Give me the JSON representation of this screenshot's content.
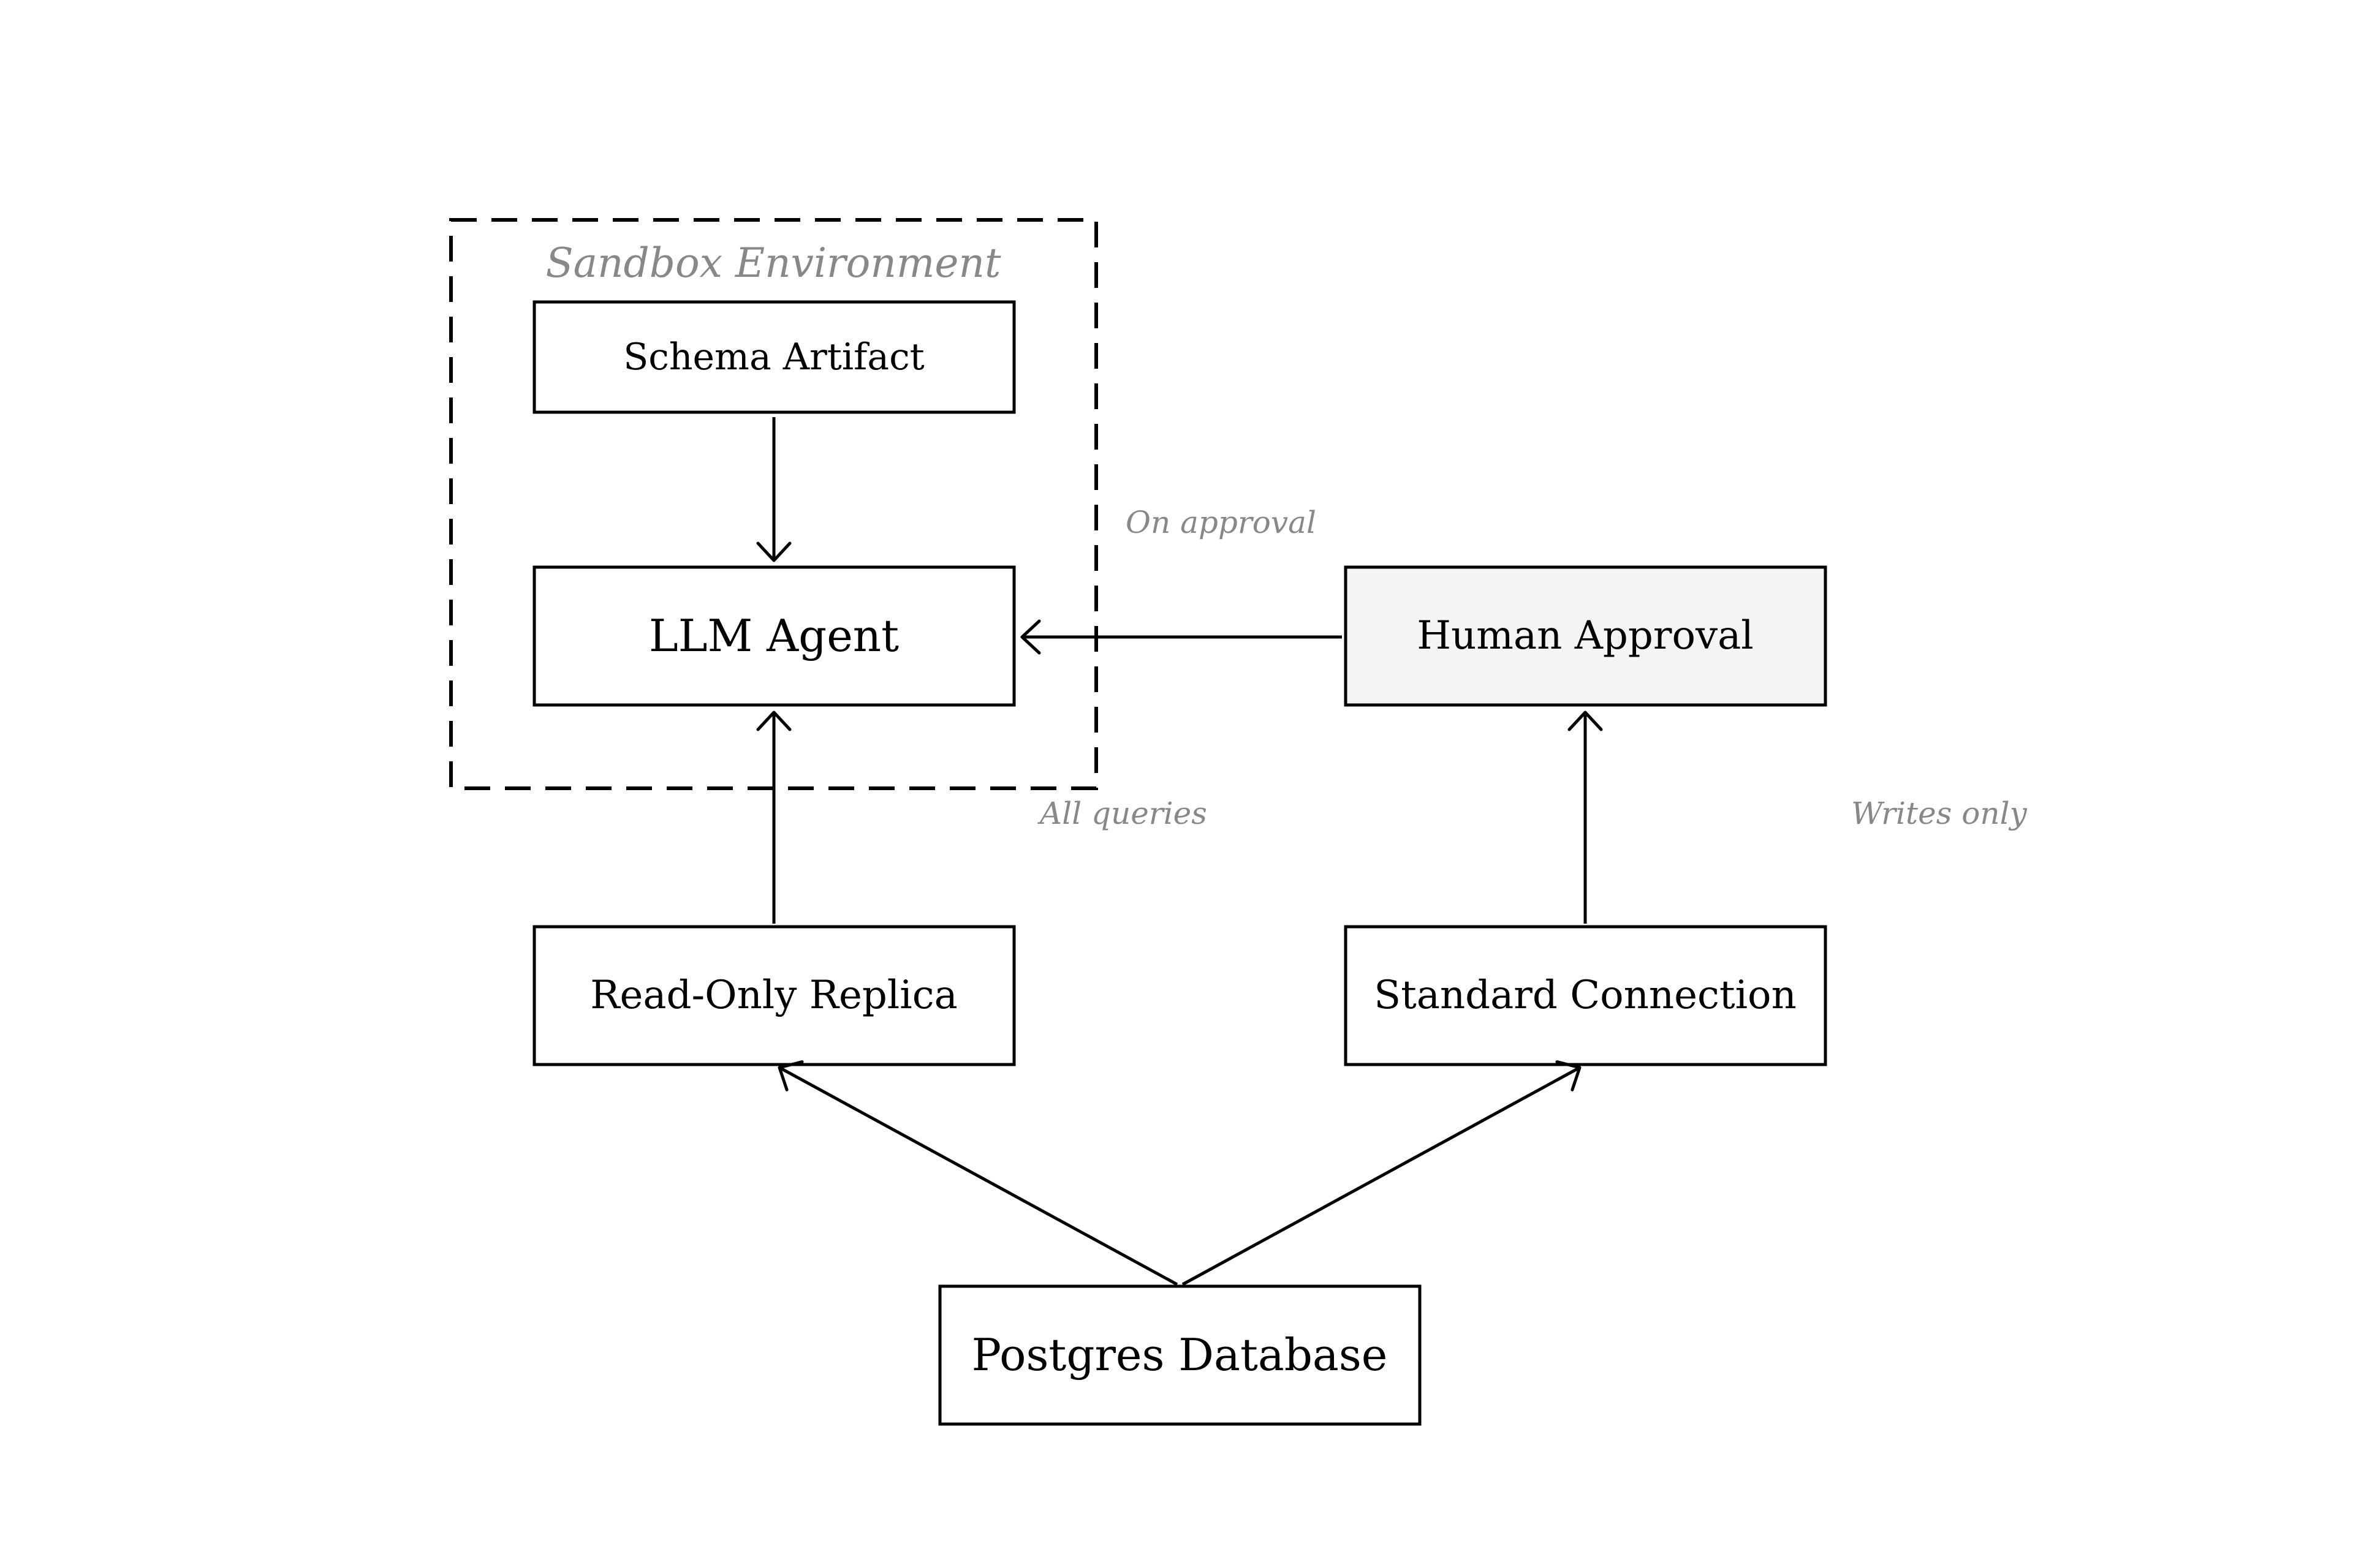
{
  "diagram": {
    "group_label": "Sandbox Environment",
    "nodes": {
      "schema_artifact": "Schema Artifact",
      "llm_agent": "LLM Agent",
      "human_approval": "Human Approval",
      "read_only_replica": "Read-Only Replica",
      "standard_connection": "Standard Connection",
      "postgres_database": "Postgres Database"
    },
    "edge_labels": {
      "on_approval": "On approval",
      "all_queries": "All queries",
      "writes_only": "Writes only"
    },
    "colors": {
      "stroke": "#000000",
      "annotation_text": "#888888",
      "highlight_fill": "#f4f4f4",
      "background": "#ffffff"
    }
  }
}
